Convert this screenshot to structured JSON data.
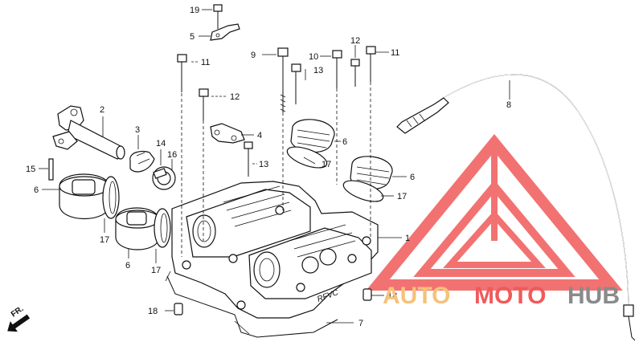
{
  "callouts": [
    "1",
    "2",
    "3",
    "4",
    "5",
    "6",
    "7",
    "8",
    "9",
    "10",
    "11",
    "12",
    "13",
    "14",
    "15",
    "16",
    "17",
    "18",
    "19"
  ],
  "front_label": "FR.",
  "watermark": {
    "part1": "AUTO",
    "part2": "MOTO",
    "part3": "HUB",
    "color_yellow": "#f5c27a",
    "color_red": "#f05a5a",
    "color_gray": "#8a8a8a"
  },
  "head_cast_text": "RFVC"
}
